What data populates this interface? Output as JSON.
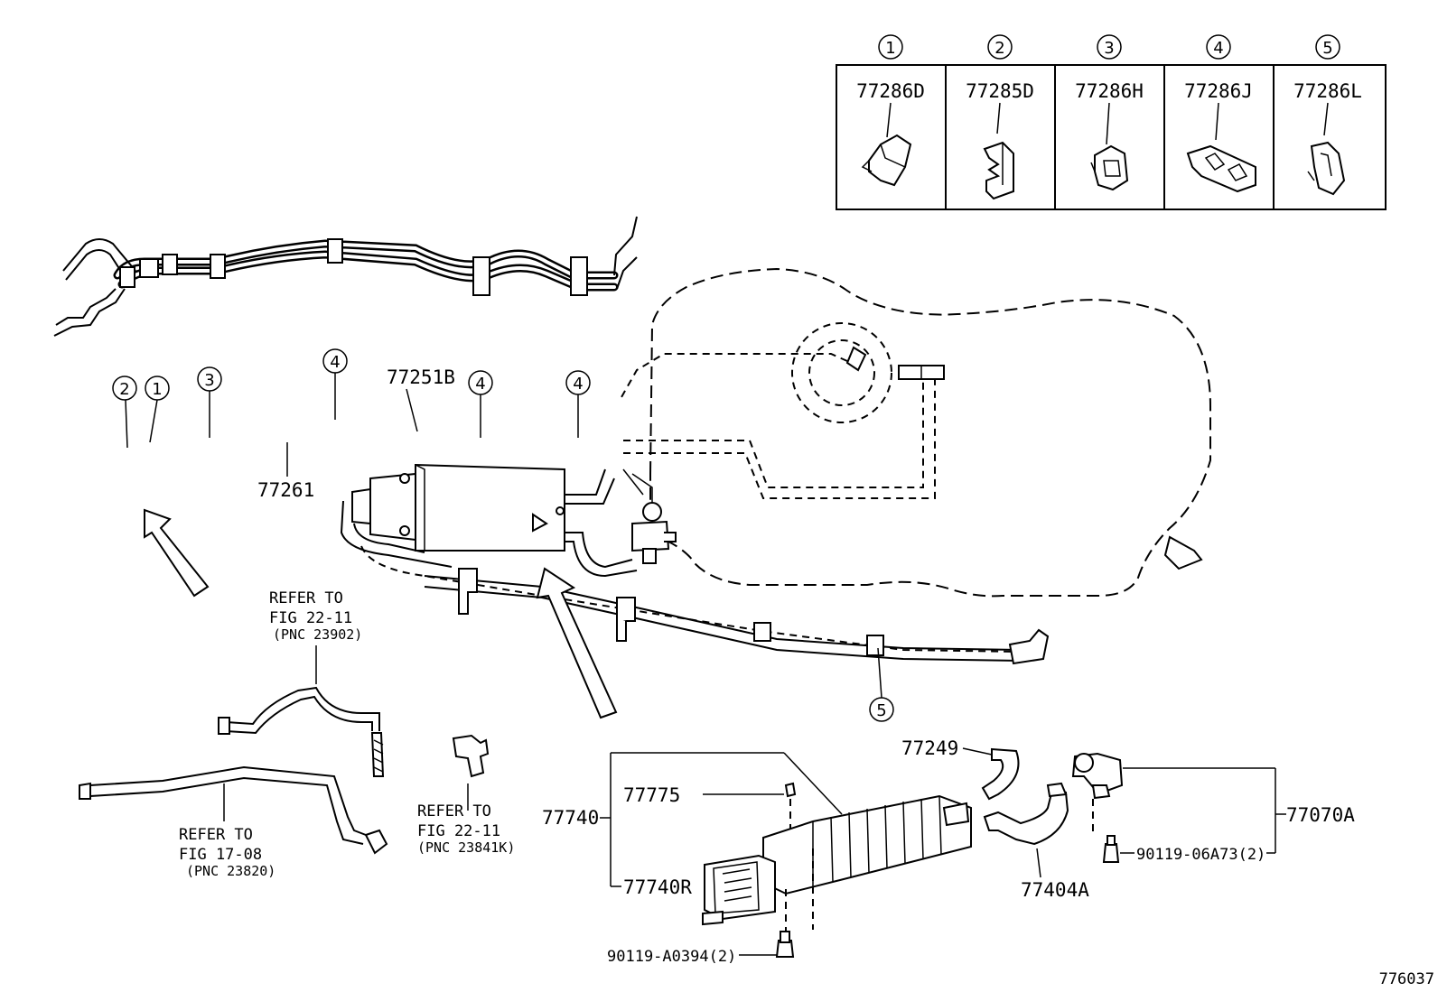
{
  "legend": {
    "items": [
      {
        "index": "1",
        "part_no": "77286D"
      },
      {
        "index": "2",
        "part_no": "77285D"
      },
      {
        "index": "3",
        "part_no": "77286H"
      },
      {
        "index": "4",
        "part_no": "77286J"
      },
      {
        "index": "5",
        "part_no": "77286L"
      }
    ]
  },
  "callouts": {
    "c2": "2",
    "c1": "1",
    "c3": "3",
    "c4a": "4",
    "c4b": "4",
    "c4c": "4",
    "c5": "5"
  },
  "labels": {
    "p77251B": "77251B",
    "p77261": "77261",
    "p77249": "77249",
    "p77775": "77775",
    "p77740": "77740",
    "p77740R": "77740R",
    "p77070A": "77070A",
    "p77404A": "77404A",
    "p9011906A73": "90119-06A73(2)",
    "p90119A0394": "90119-A0394(2)"
  },
  "references": {
    "ref1": {
      "line1": "REFER TO",
      "line2": "FIG 22-11",
      "line3": "(PNC 23902)"
    },
    "ref2": {
      "line1": "REFER TO",
      "line2": "FIG 17-08",
      "line3": "(PNC 23820)"
    },
    "ref3": {
      "line1": "REFER TO",
      "line2": "FIG 22-11",
      "line3": "(PNC 23841K)"
    }
  },
  "diagram_id": "776037"
}
